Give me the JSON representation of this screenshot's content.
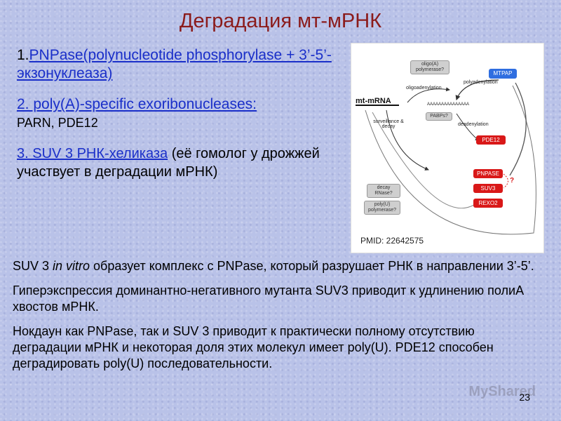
{
  "title": "Деградация мт-мРНК",
  "items": [
    {
      "num": "1.",
      "link": "PNPase(polynucleotide phosphorylase + 3’-5’- экзонуклеаза)"
    },
    {
      "link": "2. poly(A)-specific exoribonucleases:",
      "sub": "PARN, PDE12"
    },
    {
      "link": "3. SUV 3 РНК-хеликаза",
      "rest": " (её гомолог у дрожжей участвует в деградации мРНК)"
    }
  ],
  "figure": {
    "pmid": "PMID: 22642575",
    "mt_mrna": "mt-mRNA",
    "polyA": "AAAAAAAAAAAAAAA",
    "labels": {
      "oligoA": "oligo(A) polymerase?",
      "oligoadenylation": "oligoadenylation",
      "polyadenylation": "polyadenylation",
      "mtpap": "MTPAP",
      "surveillance": "surveillance & decay",
      "pabps": "PABPs?",
      "deadenylation": "deadenylation",
      "pde12": "PDE12",
      "pnpase": "PNPASE",
      "suv3": "SUV3",
      "rexo2": "REXO2",
      "decay": "decay RNase?",
      "polyU": "poly(U) polymerase?",
      "q": "?"
    }
  },
  "paragraphs": [
    {
      "a": "SUV 3 ",
      "em": "in vitro",
      "b": " образует комплекс с PNPase, который разрушает РНК в направлении 3’-5’."
    },
    {
      "a": "Гиперэкспрессия доминантно-негативного мутанта SUV3 приводит к удлинению полиА хвостов мРНК."
    },
    {
      "a": "Нокдаун как PNPase, так и SUV 3 приводит к практически полному отсутствию деградации мРНК и некоторая доля этих молекул имеет poly(U). PDE12 способен деградировать poly(U) последовательности."
    }
  ],
  "page_number": "23",
  "watermark": "MyShared"
}
